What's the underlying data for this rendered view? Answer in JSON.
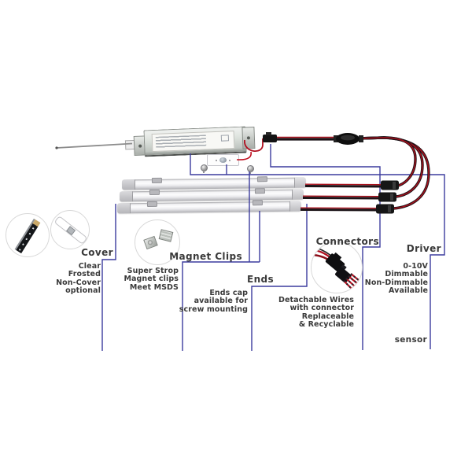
{
  "diagram": {
    "callouts": {
      "cover": {
        "title": "Cover",
        "lines": [
          "Clear",
          "Frosted",
          "Non-Cover",
          "optional"
        ]
      },
      "magnet_clips": {
        "title": "Magnet Clips",
        "lines": [
          "Super Strop",
          "Magnet clips",
          "Meet MSDS"
        ]
      },
      "ends": {
        "title": "Ends",
        "lines": [
          "Ends cap",
          "available for",
          "screw mounting"
        ]
      },
      "connectors": {
        "title": "Connectors",
        "lines": [
          "Detachable Wires",
          "with connector",
          "Replaceable",
          "& Recyclable"
        ]
      },
      "driver": {
        "title": "Driver",
        "lines": [
          "0-10V",
          "Dimmable",
          "Non-Dimmable",
          "Available"
        ]
      },
      "sensor": {
        "title": "sensor"
      }
    },
    "colors": {
      "callout_line": "#3c3c9e",
      "label_text": "#3a3a3a",
      "wire_red": "#a8101c",
      "wire_black": "#1c1418",
      "background": "#ffffff"
    }
  }
}
